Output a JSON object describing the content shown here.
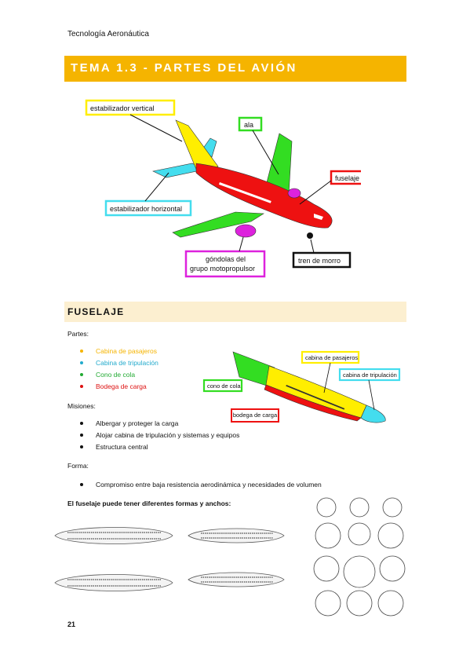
{
  "header": {
    "course": "Tecnología Aeronáutica"
  },
  "title": "TEMA 1.3 - PARTES DEL AVIÓN",
  "figure1": {
    "labels": {
      "vertical_stabilizer": "estabilizador vertical",
      "wing": "ala",
      "fuselage": "fuselaje",
      "horizontal_stabilizer": "estabilizador horizontal",
      "nacelles_line1": "góndolas del",
      "nacelles_line2": "grupo motopropulsor",
      "nose_gear": "tren de morro"
    },
    "colors": {
      "yellow": "#ffee00",
      "green": "#33dd22",
      "red": "#ee1111",
      "cyan": "#44ddee",
      "magenta": "#dd22dd",
      "black": "#111111"
    }
  },
  "section": {
    "heading": "FUSELAJE",
    "parts_label": "Partes:",
    "parts": [
      {
        "text": "Cabina de pasajeros",
        "color": "#f5b400"
      },
      {
        "text": "Cabina de tripulación",
        "color": "#22aacc"
      },
      {
        "text": "Cono de cola",
        "color": "#22aa33"
      },
      {
        "text": "Bodega de carga",
        "color": "#dd1111"
      }
    ],
    "missions_label": "Misiones:",
    "missions": [
      "Albergar y proteger la carga",
      "Alojar cabina de tripulación y sistemas y equipos",
      "Estructura central"
    ],
    "form_label": "Forma:",
    "form_items": [
      "Compromiso entre baja resistencia aerodinámica y necesidades de volumen"
    ],
    "shapes_text": "El fuselaje puede tener diferentes formas y anchos:"
  },
  "figure2": {
    "labels": {
      "passenger_cabin": "cabina de pasajeros",
      "crew_cabin": "cabina de tripulación",
      "tail_cone": "cono de cola",
      "cargo_hold": "bodega de carga"
    }
  },
  "footer": {
    "page_number": "21"
  }
}
